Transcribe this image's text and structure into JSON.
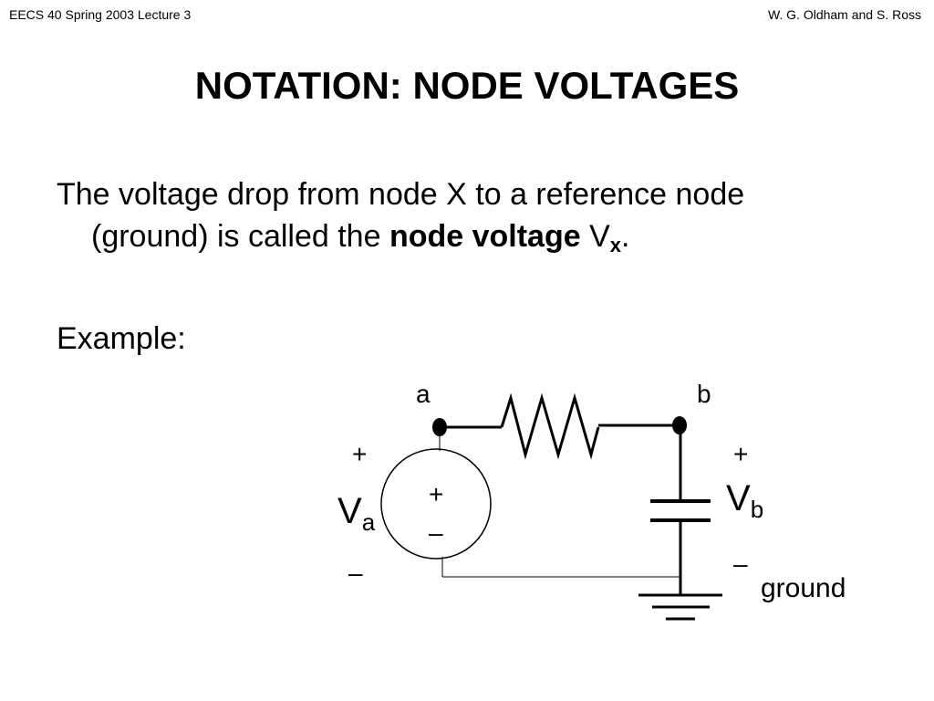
{
  "header": {
    "left": "EECS 40  Spring 2003  Lecture 3",
    "right": "W. G. Oldham and S. Ross"
  },
  "title": "NOTATION:  NODE VOLTAGES",
  "body": {
    "line1": "The voltage drop from node X to a reference node",
    "line2_prefix": "(ground) is called the ",
    "line2_bold": "node voltage",
    "line2_v": " V",
    "line2_sub": "x",
    "line2_end": "."
  },
  "example_label": "Example:",
  "circuit": {
    "node_a": "a",
    "node_b": "b",
    "plus_left": "+",
    "minus_left": "–",
    "va_main": "V",
    "va_sub": "a",
    "source_plus": "+",
    "source_minus": "–",
    "plus_right": "+",
    "minus_right": "–",
    "vb_main": "V",
    "vb_sub": "b",
    "ground_label": "ground"
  }
}
